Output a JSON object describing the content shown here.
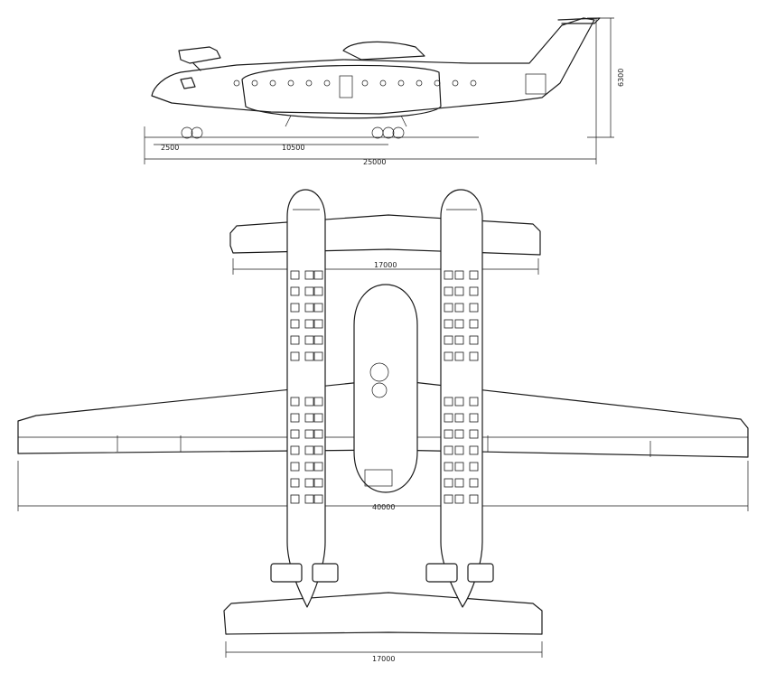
{
  "dimensions": {
    "side_nose_gear_offset": "2500",
    "side_gear_span": "10500",
    "side_length": "25000",
    "side_height": "6300",
    "upper_wing_span": "17000",
    "main_wing_span": "40000",
    "tail_span": "17000"
  },
  "colors": {
    "ink": "#1a1a1a",
    "paper": "#ffffff"
  }
}
